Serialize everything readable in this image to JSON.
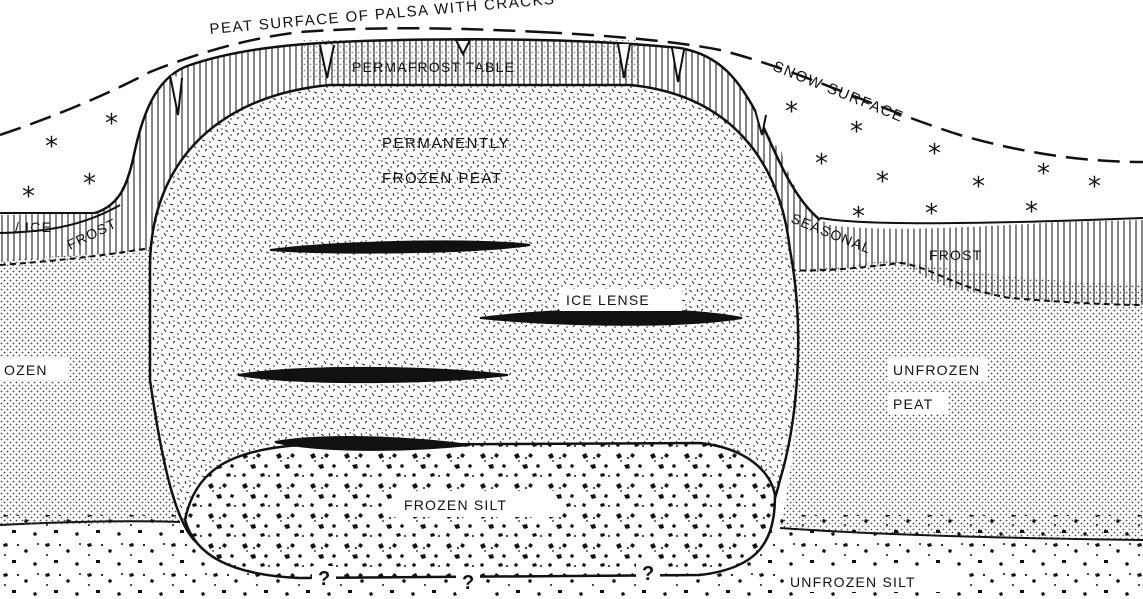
{
  "diagram": {
    "labels": {
      "peat_surface": "PEAT SURFACE OF PALSA WITH CRACKS",
      "permafrost_table": "PERMAFROST TABLE",
      "snow_surface": "SNOW SURFACE",
      "permanently": "PERMANENTLY",
      "frozen_peat": "FROZEN PEAT",
      "ice_left": "/ ICE",
      "frost_left": "FROST",
      "seasonal": "SEASONAL",
      "frost_right": "FROST",
      "ice_lense": "ICE LENSE",
      "ozen_left": "OZEN",
      "unfrozen": "UNFROZEN",
      "peat": "PEAT",
      "frozen_silt": "FROZEN SILT",
      "unfrozen_silt": "UNFROZEN SILT",
      "unknown_mark": "?"
    },
    "colors": {
      "ink": "#111111",
      "paper": "#ffffff"
    }
  }
}
